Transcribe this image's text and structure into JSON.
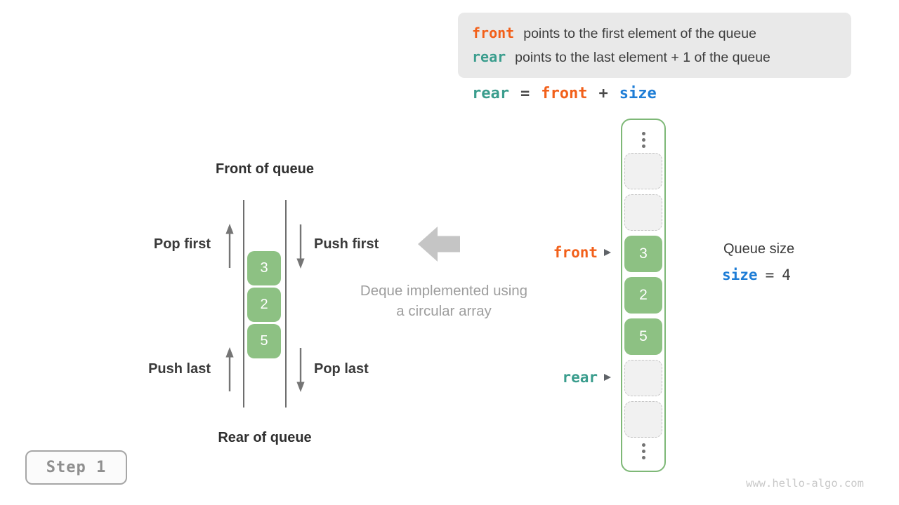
{
  "colors": {
    "orange_front": "#f2601a",
    "teal_rear": "#3a9d8d",
    "blue_size": "#1e7dd6",
    "green_cell": "#8dc183",
    "green_border": "#7eb877",
    "info_box_bg": "#e9e9e9",
    "gray_arrow": "#c5c5c5"
  },
  "info_box": {
    "line1": {
      "keyword": "front",
      "text": "points to the first element of the queue"
    },
    "line2": {
      "keyword": "rear",
      "text": "points to the last element + 1 of the queue"
    }
  },
  "formula": {
    "lhs": "rear",
    "eq": "=",
    "operand1": "front",
    "plus": "+",
    "operand2": "size"
  },
  "left_diagram": {
    "front_of_queue": "Front of queue",
    "rear_of_queue": "Rear of queue",
    "pop_first": "Pop first",
    "push_first": "Push first",
    "push_last": "Push last",
    "pop_last": "Pop last",
    "values": [
      "3",
      "2",
      "5"
    ]
  },
  "caption": {
    "line1": "Deque implemented using",
    "line2": "a circular array"
  },
  "array_column": {
    "values": [
      "3",
      "2",
      "5"
    ],
    "front_pointer": "front",
    "rear_pointer": "rear"
  },
  "queue_size": {
    "label": "Queue size",
    "variable": "size",
    "eq": "=",
    "value": "4"
  },
  "step_badge": "Step 1",
  "watermark": "www.hello-algo.com"
}
